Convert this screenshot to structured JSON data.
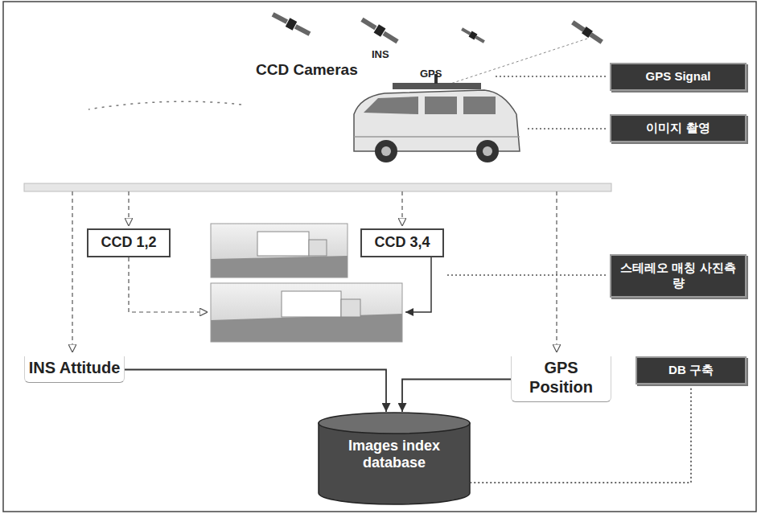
{
  "diagram": {
    "nodes": [
      {
        "text": [
          "GPS Signal"
        ]
      },
      {
        "text": [
          "이미지 촬영"
        ]
      },
      {
        "text": [
          "CCD 1,2"
        ]
      },
      {
        "text": [
          "CCD 3,4"
        ]
      },
      {
        "text": [
          "스테레오 매칭 사진측량"
        ]
      },
      {
        "text": [
          "DB 구축"
        ]
      },
      {
        "text": [
          "INS Attitude"
        ]
      },
      {
        "text": [
          "GPS Position"
        ]
      },
      {
        "text": [
          "Images index database"
        ]
      }
    ],
    "edges": [
      {
        "from": 6,
        "to": 8,
        "arrow": "to"
      },
      {
        "from": 7,
        "to": 8,
        "arrow": "to"
      },
      {
        "from": 5,
        "to": 8,
        "arrow": "none"
      }
    ],
    "labels": [
      "CCD Cameras",
      "INS",
      "GPS"
    ]
  }
}
